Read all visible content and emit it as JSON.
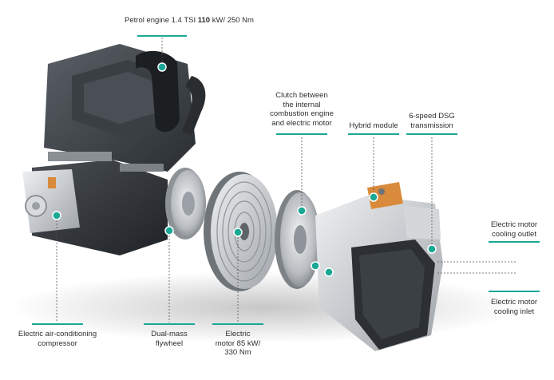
{
  "colors": {
    "accent": "#1aa895",
    "engine_dark": "#2e3236",
    "metal": "#b9bdc1"
  },
  "labels": {
    "petrol_engine": {
      "prefix": "Petrol engine 1.4 TSI ",
      "power": "110",
      "suffix": " kW/ 250 Nm"
    },
    "clutch": [
      "Clutch between",
      "the internal",
      "combustion engine",
      "and electric motor"
    ],
    "hybrid_module": "Hybrid module",
    "dsg": [
      "6-speed DSG",
      "transmission"
    ],
    "cooling_outlet": [
      "Electric motor",
      "cooling outlet"
    ],
    "cooling_inlet": [
      "Electric motor",
      "cooling inlet"
    ],
    "ac_compressor": [
      "Electric air-conditioning",
      "compressor"
    ],
    "flywheel": [
      "Dual-mass",
      "flywheel"
    ],
    "electric_motor": [
      "Electric",
      "motor 85 kW/",
      "330 Nm"
    ]
  }
}
